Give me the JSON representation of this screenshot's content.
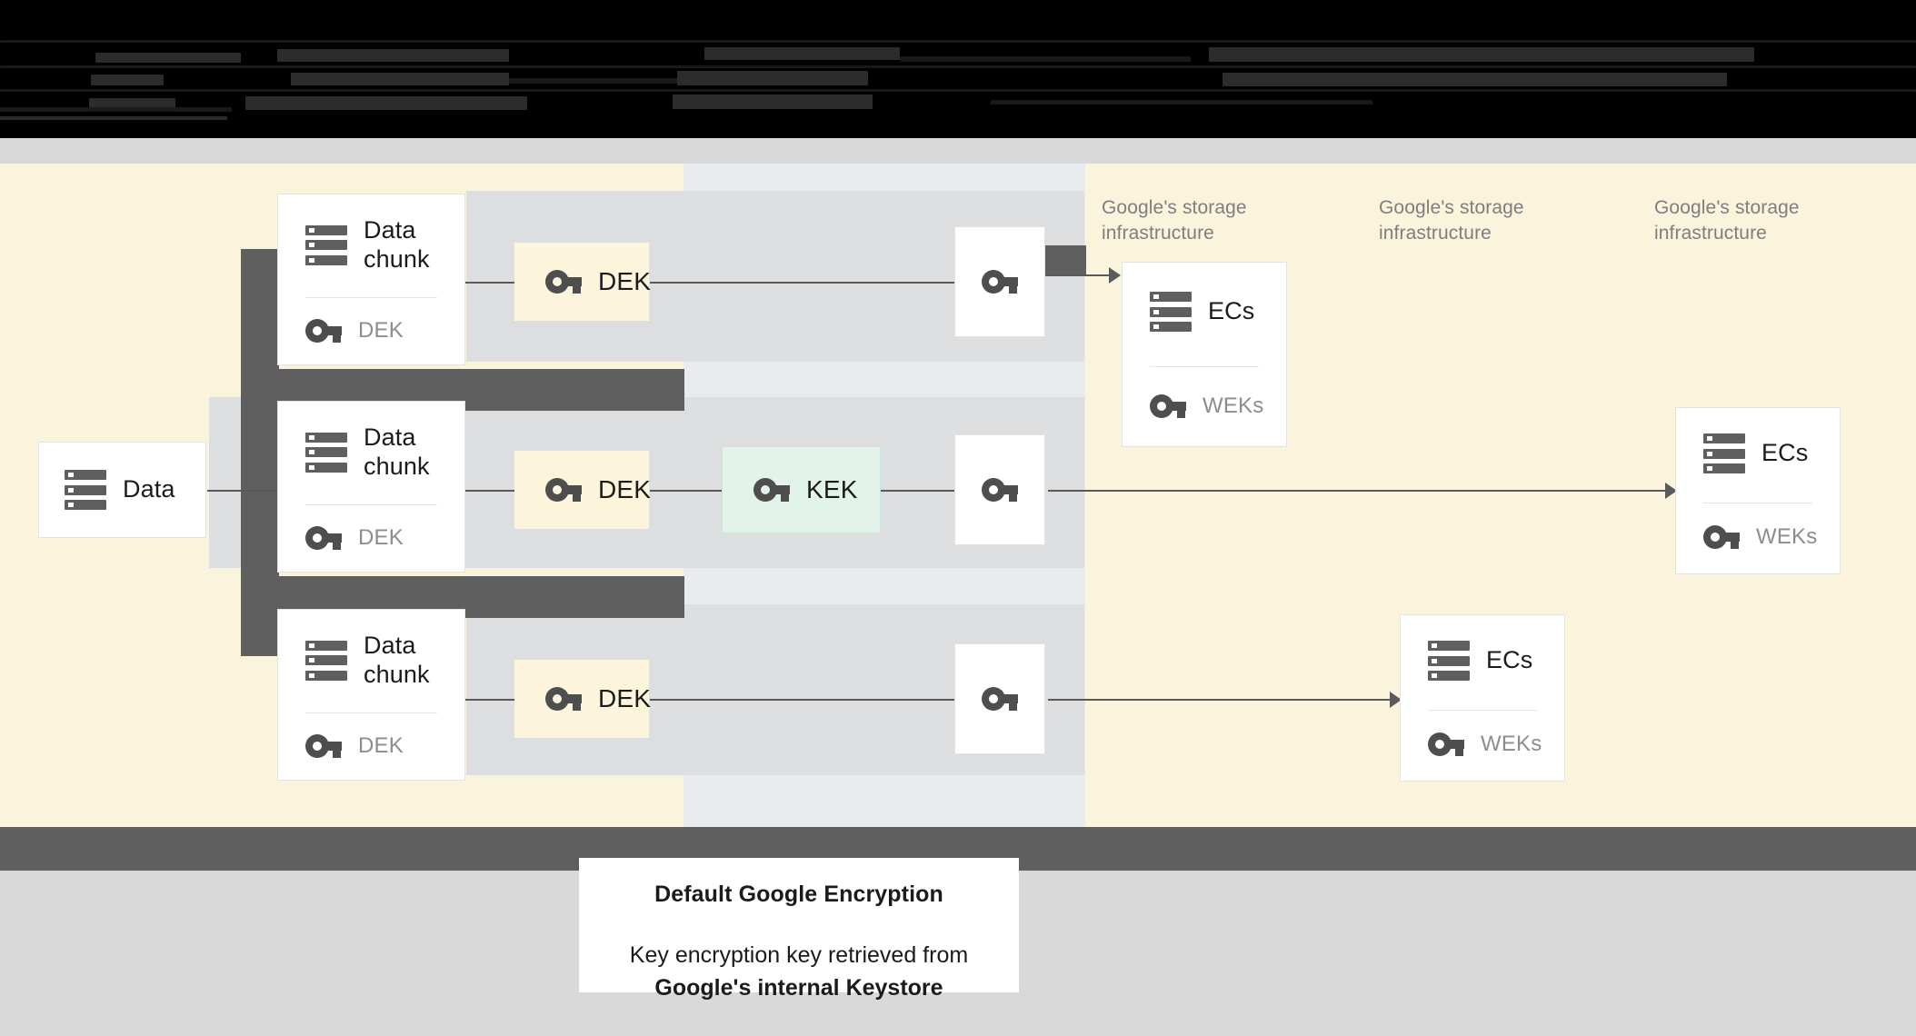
{
  "meta": {
    "title": "Default Google Encryption data flow diagram"
  },
  "top_text": {
    "note": "obscured-dark-text",
    "lines": [
      "",
      "",
      ""
    ]
  },
  "nodes": {
    "data": {
      "label": "Data",
      "icon": "server-icon"
    },
    "chunks": [
      {
        "title_line1": "Data",
        "title_line2": "chunk",
        "key_label": "DEK",
        "icon": "server-icon",
        "key_icon": "key-icon"
      },
      {
        "title_line1": "Data",
        "title_line2": "chunk",
        "key_label": "DEK",
        "icon": "server-icon",
        "key_icon": "key-icon"
      },
      {
        "title_line1": "Data",
        "title_line2": "chunk",
        "key_label": "DEK",
        "icon": "server-icon",
        "key_icon": "key-icon"
      }
    ],
    "deks": [
      {
        "label": "DEK",
        "icon": "key-icon"
      },
      {
        "label": "DEK",
        "icon": "key-icon"
      },
      {
        "label": "DEK",
        "icon": "key-icon"
      }
    ],
    "kek": {
      "label": "KEK",
      "icon": "key-icon"
    },
    "wrapped_keys": [
      {
        "icon": "key-icon"
      },
      {
        "icon": "key-icon"
      },
      {
        "icon": "key-icon"
      }
    ],
    "ecs": [
      {
        "title": "ECs",
        "key_label": "WEKs",
        "icon": "server-icon",
        "key_icon": "key-icon"
      },
      {
        "title": "ECs",
        "key_label": "WEKs",
        "icon": "server-icon",
        "key_icon": "key-icon"
      },
      {
        "title": "ECs",
        "key_label": "WEKs",
        "icon": "server-icon",
        "key_icon": "key-icon"
      }
    ]
  },
  "zone_labels": [
    {
      "line1": "Google's storage",
      "line2": "infrastructure"
    },
    {
      "line1": "Google's storage",
      "line2": "infrastructure"
    },
    {
      "line1": "Google's storage",
      "line2": "infrastructure"
    }
  ],
  "caption": {
    "title": "Default Google Encryption",
    "body_prefix": "Key encryption key retrieved from",
    "body_strong": "Google's internal Keystore"
  },
  "colors": {
    "band_yellow": "#fbf4dd",
    "band_blue": "#e8ecee",
    "band_gray": "#dddedf",
    "bar_dark": "#5f5f5f",
    "dek_fill": "#fdf4dc",
    "kek_fill": "#e2f3ea",
    "card_fill": "#ffffff",
    "page_bg": "#d9d9d9",
    "text_dark": "#1b1b1b",
    "text_muted": "#8d8d8d",
    "zone_label": "#7e7e7e"
  }
}
